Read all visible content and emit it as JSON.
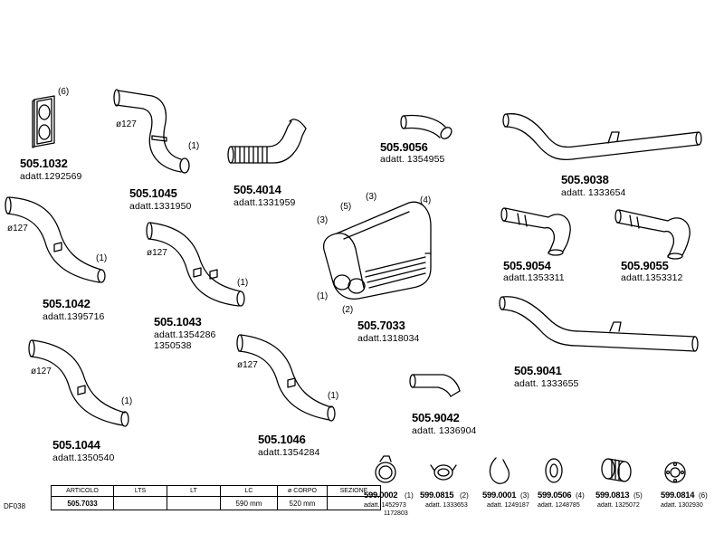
{
  "parts": {
    "p5051032": {
      "code": "505.1032",
      "adatt": "adatt.1292569",
      "qty": "(6)"
    },
    "p5051045": {
      "code": "505.1045",
      "adatt": "adatt.1331950",
      "qty": "(1)",
      "dia": "ø127"
    },
    "p5054014": {
      "code": "505.4014",
      "adatt": "adatt.1331959"
    },
    "p5059056": {
      "code": "505.9056",
      "adatt": "adatt.  1354955"
    },
    "p5059038": {
      "code": "505.9038",
      "adatt": "adatt.  1333654"
    },
    "p5051042": {
      "code": "505.1042",
      "adatt": "adatt.1395716",
      "qty": "(1)",
      "dia": "ø127"
    },
    "p5051043": {
      "code": "505.1043",
      "adatt": "adatt.1354286",
      "adatt2": "1350538",
      "qty": "(1)",
      "dia": "ø127"
    },
    "p5057033": {
      "code": "505.7033",
      "adatt": "adatt.1318034",
      "labels": [
        "(1)",
        "(2)",
        "(3)",
        "(3)",
        "(4)",
        "(5)"
      ]
    },
    "p5059054": {
      "code": "505.9054",
      "adatt": "adatt.1353311"
    },
    "p5059055": {
      "code": "505.9055",
      "adatt": "adatt.1353312"
    },
    "p5059041": {
      "code": "505.9041",
      "adatt": "adatt.  1333655"
    },
    "p5051044": {
      "code": "505.1044",
      "adatt": "adatt.1350540",
      "qty": "(1)",
      "dia": "ø127"
    },
    "p5051046": {
      "code": "505.1046",
      "adatt": "adatt.1354284",
      "qty": "(1)",
      "dia": "ø127"
    },
    "p5059042": {
      "code": "505.9042",
      "adatt": "adatt.  1336904"
    }
  },
  "small_parts": [
    {
      "code": "599.0002",
      "qty": "(1)",
      "adatt": "adatt. 1452973",
      "adatt2": "1172803"
    },
    {
      "code": "599.0815",
      "qty": "(2)",
      "adatt": "adatt.  1333653"
    },
    {
      "code": "599.0001",
      "qty": "(3)",
      "adatt": "adatt. 1249187"
    },
    {
      "code": "599.0506",
      "qty": "(4)",
      "adatt": "adatt. 1248785"
    },
    {
      "code": "599.0813",
      "qty": "(5)",
      "adatt": "adatt.  1325072"
    },
    {
      "code": "599.0814",
      "qty": "(6)",
      "adatt": "adatt.  1302930"
    }
  ],
  "table": {
    "headers": [
      "ARTICOLO",
      "LTS",
      "LT",
      "LC",
      "ø CORPO",
      "SEZIONE"
    ],
    "row": [
      "505.7033",
      "",
      "",
      "590  mm",
      "520  mm",
      ""
    ]
  },
  "footer_code": "DF038"
}
